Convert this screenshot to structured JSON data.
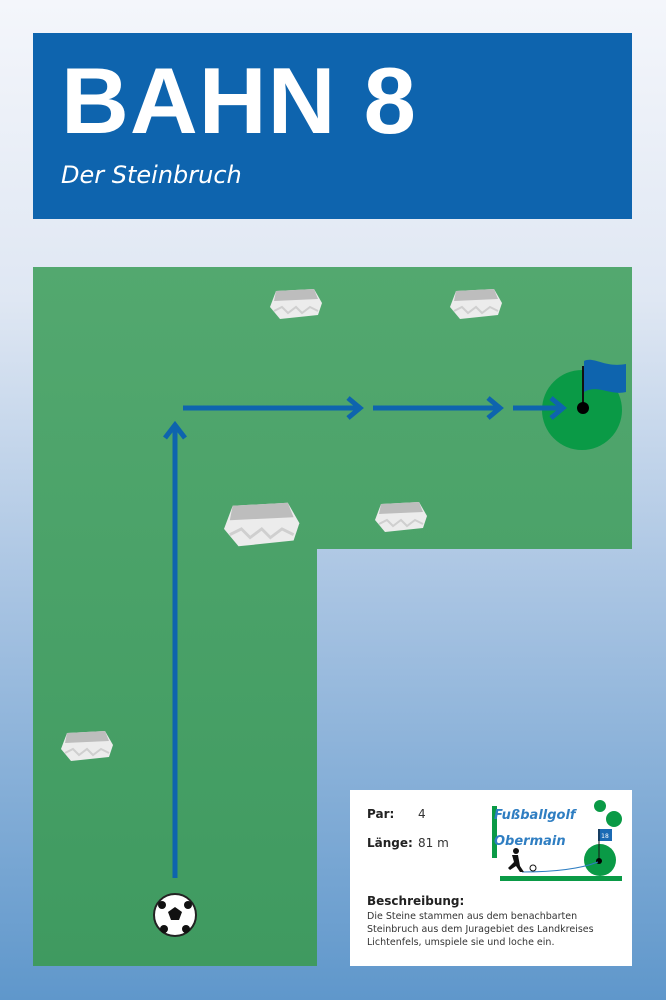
{
  "header": {
    "title": "BAHN 8",
    "subtitle": "Der Steinbruch"
  },
  "info": {
    "par_label": "Par:",
    "par_value": "4",
    "length_label": "Länge:",
    "length_value": "81 m",
    "description_label": "Beschreibung:",
    "description": "Die Steine stammen aus dem benachbarten Steinbruch aus dem Juragebiet des Landkreises Lichtenfels, umspiele sie und loche ein.",
    "logo_line1": "Fußballgolf",
    "logo_line2": "Obermain",
    "logo_flag_number": "18"
  },
  "colors": {
    "header": "#0e64ae",
    "fairway": "#4ea46b",
    "green": "#0a9a46",
    "arrow": "#0e64ae"
  }
}
